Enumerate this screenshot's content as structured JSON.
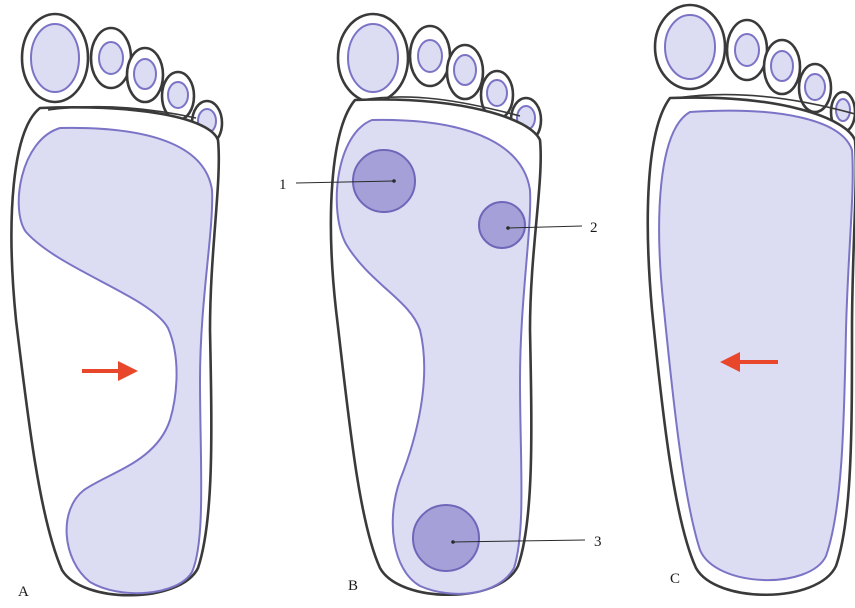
{
  "panels": [
    {
      "label": "A"
    },
    {
      "label": "B"
    },
    {
      "label": "C"
    }
  ],
  "markers": [
    "1",
    "2",
    "3"
  ],
  "colors": {
    "print_fill": "#dcdcf3",
    "print_stroke": "#7b74c6",
    "pressure_fill": "#a5a1d8",
    "arrow": "#e8472b",
    "outline": "#3a3a3a"
  }
}
